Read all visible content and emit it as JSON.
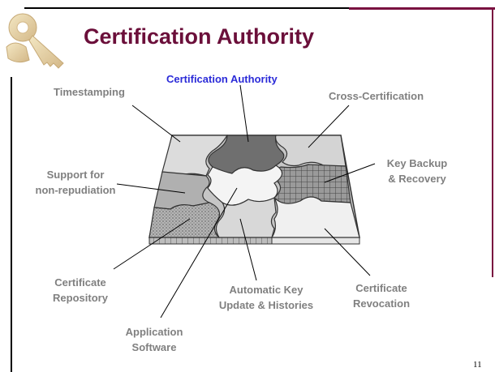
{
  "slide": {
    "title": "Certification Authority",
    "page_number": "11",
    "accent_color": "#6b0f3a"
  },
  "diagram": {
    "center_label": "Certification Authority",
    "labels": {
      "timestamping": "Timestamping",
      "cross_certification": "Cross-Certification",
      "support_line1": "Support for",
      "support_line2": "non-repudiation",
      "key_backup_line1": "Key Backup",
      "key_backup_line2": "& Recovery",
      "cert_repo_line1": "Certificate",
      "cert_repo_line2": "Repository",
      "auto_key_line1": "Automatic Key",
      "auto_key_line2": "Update & Histories",
      "cert_rev_line1": "Certificate",
      "cert_rev_line2": "Revocation",
      "app_soft_line1": "Application",
      "app_soft_line2": "Software"
    },
    "colors": {
      "center_label": "#2b2bd8",
      "labels": "#808080"
    }
  }
}
